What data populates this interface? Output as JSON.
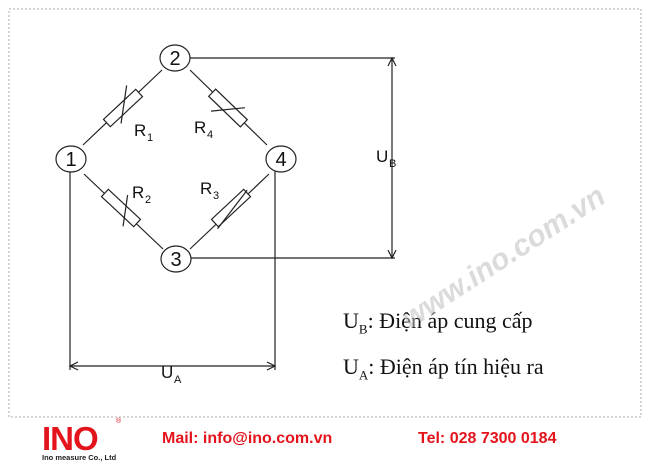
{
  "nodes": [
    {
      "id": "1",
      "label": "1"
    },
    {
      "id": "2",
      "label": "2"
    },
    {
      "id": "3",
      "label": "3"
    },
    {
      "id": "4",
      "label": "4"
    }
  ],
  "resistors": [
    {
      "id": "R1",
      "main": "R",
      "sub": "1"
    },
    {
      "id": "R2",
      "main": "R",
      "sub": "2"
    },
    {
      "id": "R3",
      "main": "R",
      "sub": "3"
    },
    {
      "id": "R4",
      "main": "R",
      "sub": "4"
    }
  ],
  "voltages": {
    "ub": {
      "main": "U",
      "sub": "B"
    },
    "ua": {
      "main": "U",
      "sub": "A"
    }
  },
  "legend": [
    {
      "symbol": "U",
      "sub": "B",
      "text": ": Điện áp cung cấp"
    },
    {
      "symbol": "U",
      "sub": "A",
      "text": ": Điện áp tín hiệu ra"
    }
  ],
  "watermark": "www.ino.com.vn",
  "footer": {
    "logo_text": "INO",
    "logo_registered": "®",
    "logo_caption": "Ino measure Co., Ltd",
    "mail": "Mail: info@ino.com.vn",
    "tel": "Tel: 028 7300 0184"
  },
  "colors": {
    "brand_red": "#e3141c",
    "border": "#c8c8c8",
    "line": "#222222"
  }
}
